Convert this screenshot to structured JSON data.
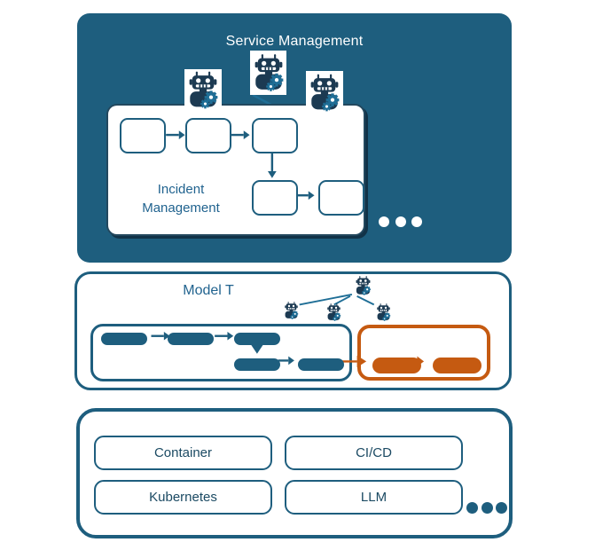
{
  "colors": {
    "dark_teal": "#1E5E7E",
    "orange": "#C55A11",
    "robot_body": "#1C3A52",
    "gear_teal": "#1F6E96",
    "heading_blue": "#21638F",
    "label_navy": "#1B4A63",
    "box_outline": "#23485E"
  },
  "top_panel": {
    "title": "Service Management",
    "robot_icons": [
      "robot-gear-icon",
      "robot-gear-icon",
      "robot-gear-icon"
    ],
    "incident_box": {
      "label": "Incident Management",
      "unlabeled_steps": 5
    },
    "more_indicator": "ellipsis-dots-icon"
  },
  "middle_panel": {
    "title": "Model T",
    "robot_icons": [
      "robot-gear-icon",
      "robot-gear-icon",
      "robot-gear-icon",
      "robot-gear-icon"
    ],
    "teal_flow_unlabeled_steps": 5,
    "orange_flow_unlabeled_steps": 2
  },
  "bottom_panel": {
    "items": [
      {
        "label": "Container"
      },
      {
        "label": "CI/CD"
      },
      {
        "label": "Kubernetes"
      },
      {
        "label": "LLM"
      }
    ],
    "more_indicator": "ellipsis-dots-icon"
  }
}
